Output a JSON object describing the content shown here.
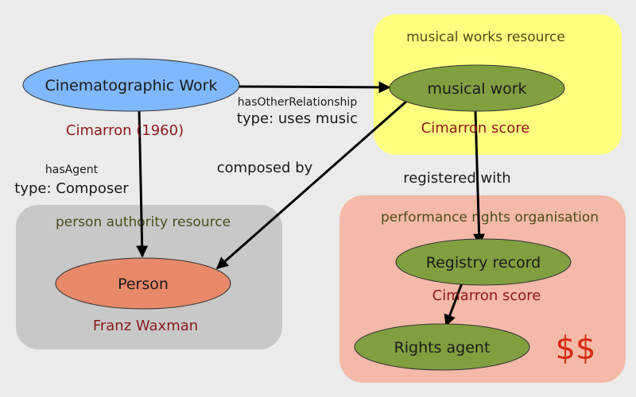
{
  "regions": {
    "musical_works": {
      "title": "musical works resource",
      "fill": "#ffff80"
    },
    "person_authority": {
      "title": "person authority resource",
      "fill": "#c8c8c8"
    },
    "performance_rights": {
      "title": "performance rights organisation",
      "fill": "#f4b9a8"
    }
  },
  "nodes": {
    "cinematographic_work": {
      "label": "Cinematographic Work",
      "instance": "Cimarron (1960)",
      "fill": "#80b8ff"
    },
    "musical_work": {
      "label": "musical work",
      "instance": "Cimarron score",
      "fill": "#80a040"
    },
    "person": {
      "label": "Person",
      "instance": "Franz Waxman",
      "fill": "#e8896a"
    },
    "registry_record": {
      "label": "Registry record",
      "instance": "Cimarron score",
      "fill": "#80a040"
    },
    "rights_agent": {
      "label": "Rights agent",
      "fill": "#80a040"
    }
  },
  "edges": {
    "has_other_relationship": {
      "relation": "hasOtherRelationship",
      "type": "type: uses music"
    },
    "has_agent": {
      "relation": "hasAgent",
      "type": "type: Composer"
    },
    "composed_by": {
      "label": "composed by"
    },
    "registered_with": {
      "label": "registered with"
    }
  },
  "annotations": {
    "money": "$$"
  },
  "colors": {
    "background": "#ebebeb",
    "instance_text": "#8b1a1a",
    "money": "#d42b0e"
  }
}
